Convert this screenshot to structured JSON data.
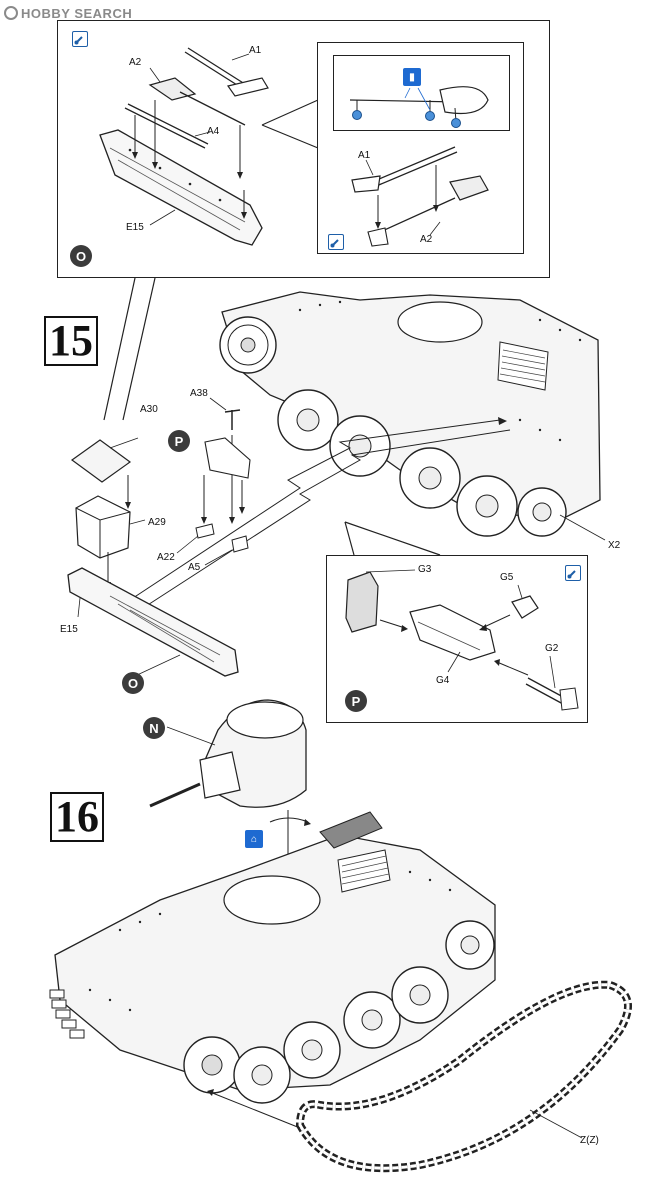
{
  "header": {
    "logo_text": "HOBBY SEARCH"
  },
  "steps": {
    "step15": "15",
    "step16": "16"
  },
  "subassembly_markers": {
    "o_top": "O",
    "o_bottom": "O",
    "p_left": "P",
    "p_right": "P",
    "n": "N"
  },
  "parts": {
    "a1_top": "A1",
    "a2_top": "A2",
    "a4": "A4",
    "e15_top": "E15",
    "a1_inset": "A1",
    "a2_inset": "A2",
    "a30": "A30",
    "a38": "A38",
    "a29": "A29",
    "a22": "A22",
    "a5": "A5",
    "e15_bottom": "E15",
    "x2": "X2",
    "g3": "G3",
    "g5": "G5",
    "g2": "G2",
    "g4": "G4",
    "track": "Z(Z)"
  },
  "icons": {
    "paint_top": "paintbrush-icon",
    "paint_inset": "paintbrush-icon",
    "paint_p": "paintbrush-icon",
    "glue_inset": "glue-icon",
    "glue_step16": "glue-bottle-icon"
  },
  "colors": {
    "ink": "#222222",
    "accent_blue": "#1e6ad1",
    "marker_bg": "#3b3b3b"
  }
}
